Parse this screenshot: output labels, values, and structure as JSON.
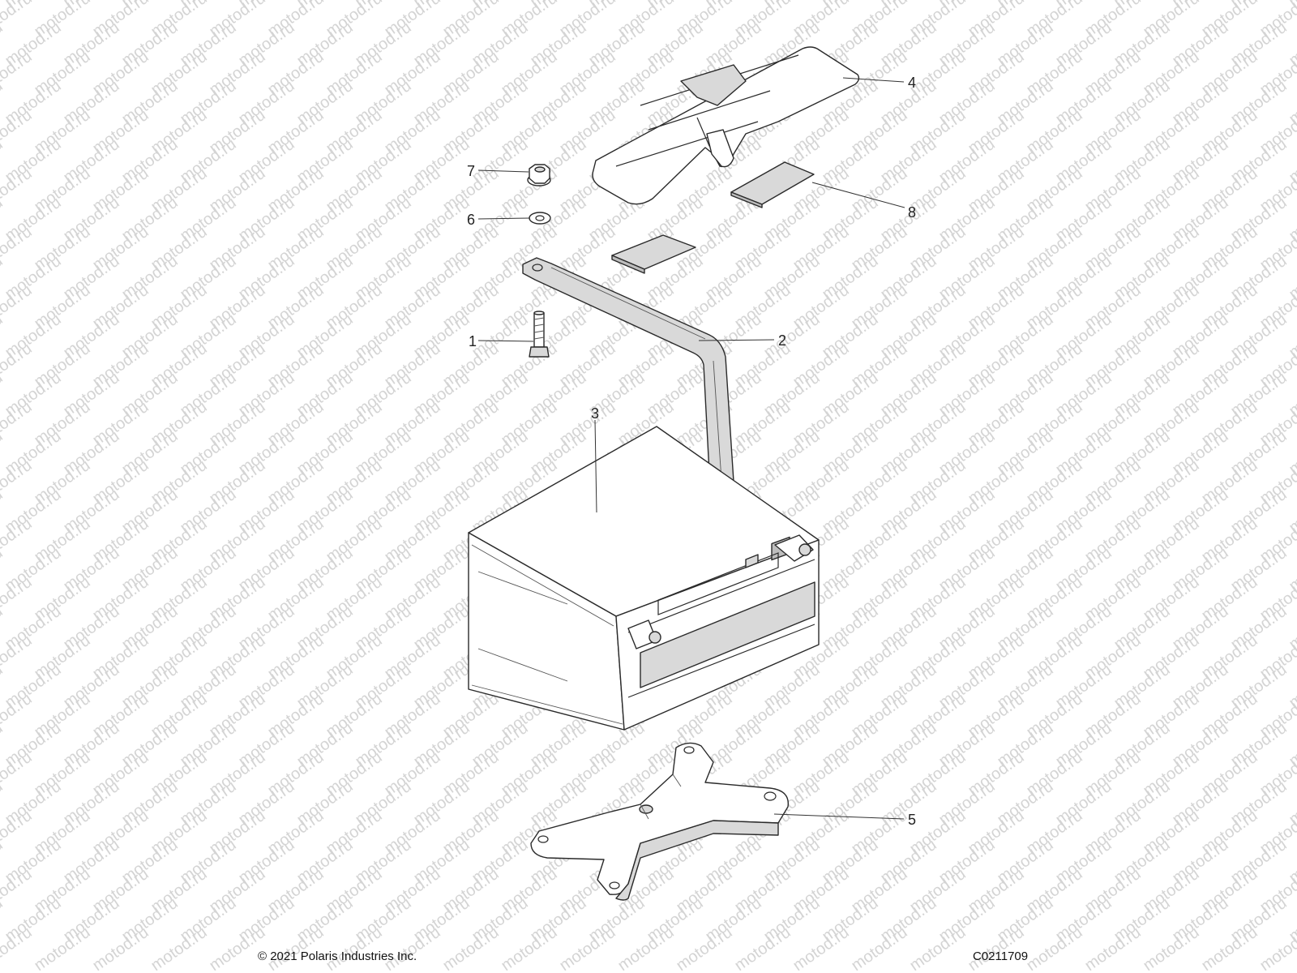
{
  "watermark_text": "motod.ru",
  "callouts": [
    "1",
    "2",
    "3",
    "4",
    "5",
    "6",
    "7",
    "8"
  ],
  "footer": {
    "copyright": "© 2021 Polaris Industries Inc.",
    "figure_code": "C0211709"
  },
  "colors": {
    "line": "#2a2a2a",
    "shade": "#d9d9d9",
    "watermark": "#d4d4d4"
  }
}
